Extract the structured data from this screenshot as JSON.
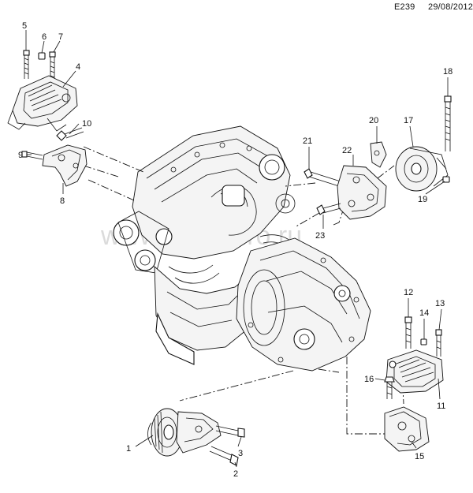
{
  "header": {
    "diagram_code": "E239",
    "date": "29/08/2012"
  },
  "watermark": {
    "text": "www.autoeuro.ru"
  },
  "callouts": {
    "c1": "1",
    "c2": "2",
    "c3": "3",
    "c4": "4",
    "c5": "5",
    "c6": "6",
    "c7": "7",
    "c8": "8",
    "c9": "9",
    "c10": "10",
    "c11": "11",
    "c12": "12",
    "c13": "13",
    "c14": "14",
    "c15": "15",
    "c16": "16",
    "c17": "17",
    "c18": "18",
    "c19": "19",
    "c20": "20",
    "c21": "21",
    "c22": "22",
    "c23": "23"
  }
}
